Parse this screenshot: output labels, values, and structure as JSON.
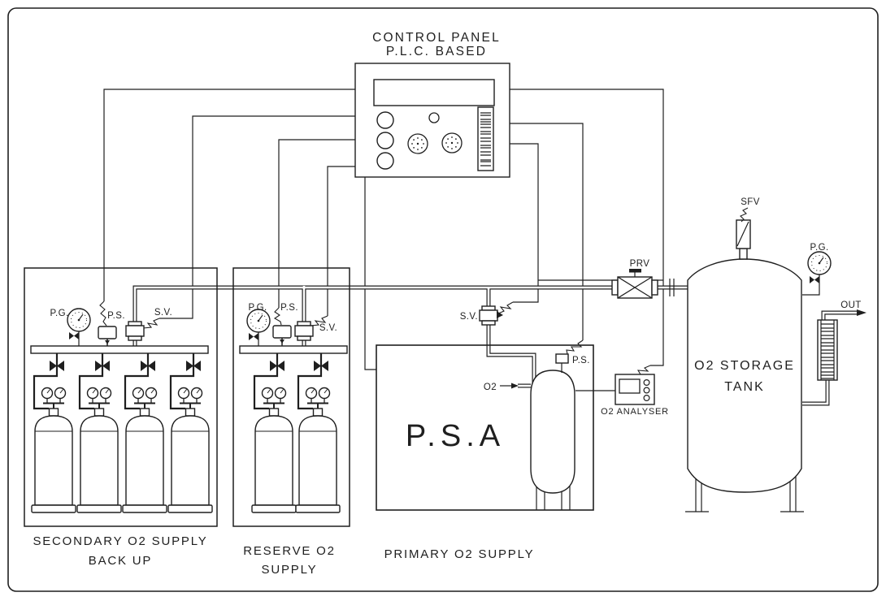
{
  "colors": {
    "line": "#1f1f1f",
    "background": "#ffffff"
  },
  "control_panel": {
    "title": "CONTROL PANEL",
    "subtitle": "P.L.C. BASED"
  },
  "device_labels": {
    "pressure_gauge": "P.G.",
    "pressure_switch": "P.S.",
    "solenoid_valve": "S.V."
  },
  "secondary_supply": {
    "caption_line1": "SECONDARY O2 SUPPLY",
    "caption_line2": "BACK UP",
    "cylinder_count": 4
  },
  "reserve_supply": {
    "caption_line1": "RESERVE O2",
    "caption_line2": "SUPPLY",
    "cylinder_count": 2
  },
  "psa_unit": {
    "label": "P.S.A",
    "caption": "PRIMARY O2 SUPPLY",
    "o2_inlet_label": "O2"
  },
  "analyser": {
    "label": "O2 ANALYSER"
  },
  "inline_valves": {
    "prv": "PRV",
    "sfv": "SFV"
  },
  "storage_tank": {
    "label_line1": "O2 STORAGE",
    "label_line2": "TANK",
    "outlet_label": "OUT"
  }
}
